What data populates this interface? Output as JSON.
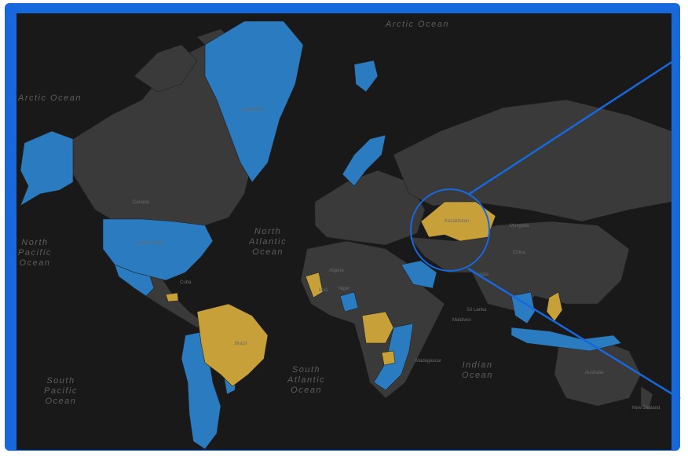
{
  "colors": {
    "frame": "#1668dc",
    "background": "#191919",
    "land": "#3b3a3a",
    "highlight_blue": "#2a7bbf",
    "highlight_gold": "#c8a03a",
    "callout": "#1668dc"
  },
  "oceans": {
    "arctic_top": "Arctic Ocean",
    "arctic_left": "Arctic Ocean",
    "north_pacific": "North\nPacific\nOcean",
    "north_atlantic": "North\nAtlantic\nOcean",
    "south_atlantic": "South\nAtlantic\nOcean",
    "south_pacific": "South\nPacific\nOcean",
    "indian": "Indian\nOcean"
  },
  "labels": {
    "greenland": "Greenland",
    "usa": "United States",
    "canada": "Canada",
    "brazil": "Brazil",
    "kazakhstan": "Kazakhstan",
    "australia": "Australia",
    "mongolia": "Mongolia",
    "china": "China",
    "india": "India",
    "sri_lanka": "Sri Lanka",
    "madagascar": "Madagascar",
    "new_zealand": "New Zealand",
    "cuba": "Cuba",
    "mali": "Mali",
    "niger": "Niger",
    "algeria": "Algeria",
    "maldives": "Maldives"
  }
}
